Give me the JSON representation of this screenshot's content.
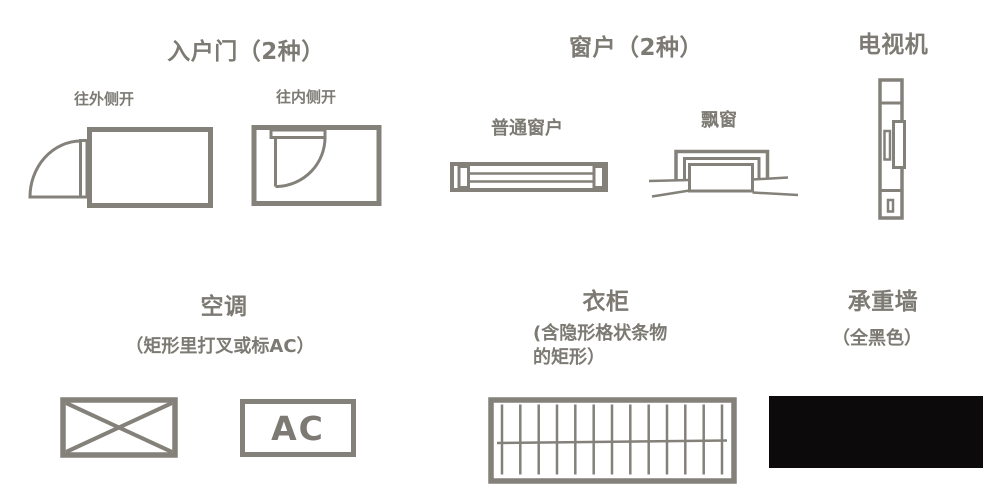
{
  "palette": {
    "paper": "#ffffff",
    "ink": "#7c7a73",
    "stroke": "#83817a",
    "wall_black": "#0d0a0b"
  },
  "legend": {
    "entry_door": {
      "title": "入户门（2种）",
      "variants": [
        {
          "label": "往外侧开",
          "symbol": "door-swing-outward"
        },
        {
          "label": "往内侧开",
          "symbol": "door-swing-inward"
        }
      ]
    },
    "window": {
      "title": "窗户（2种）",
      "variants": [
        {
          "label": "普通窗户",
          "symbol": "plain-window"
        },
        {
          "label": "飘窗",
          "symbol": "bay-window"
        }
      ]
    },
    "tv": {
      "title": "电视机",
      "symbol": "tv-unit-plan"
    },
    "ac": {
      "title": "空调",
      "note": "（矩形里打叉或标AC）",
      "symbols": [
        {
          "type": "crossed-rectangle"
        },
        {
          "type": "labeled-rectangle",
          "label": "AC"
        }
      ]
    },
    "wardrobe": {
      "title": "衣柜",
      "note_line1": "(含隐形格状条物",
      "note_line2": "的矩形）",
      "symbol": "grid-striped-rectangle"
    },
    "bearing_wall": {
      "title": "承重墙",
      "note": "（全黑色）",
      "symbol": "solid-black-rectangle"
    }
  }
}
